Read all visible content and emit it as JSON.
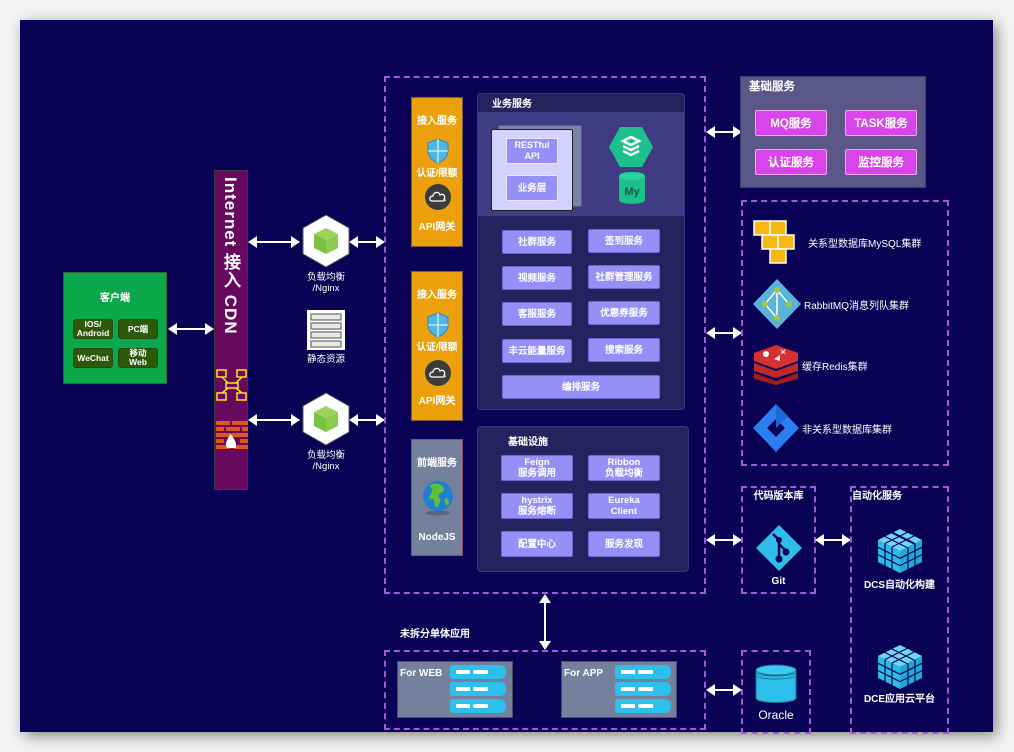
{
  "client": {
    "title": "客户端",
    "items": [
      "IOS/\nAndroid",
      "PC端",
      "WeChat",
      "移动\nWeb"
    ]
  },
  "cdn": {
    "label": "Internet 接入 CDN",
    "icons": [
      "network-icon",
      "firewall-icon"
    ]
  },
  "load_balancers": [
    {
      "label_line1": "负载均衡",
      "label_line2": "/Nginx",
      "icon": "nginx-cube-icon"
    },
    {
      "label_line1": "负载均衡",
      "label_line2": "/Nginx",
      "icon": "nginx-cube-icon"
    }
  ],
  "static_resource": {
    "label": "静态资源",
    "icon": "server-rack-icon"
  },
  "gateways": [
    {
      "title": "接入服务",
      "auth": "认证/限额",
      "api": "API网关"
    },
    {
      "title": "接入服务",
      "auth": "认证/限额",
      "api": "API网关"
    }
  ],
  "frontend": {
    "title": "前端服务",
    "name": "NodeJS",
    "icon": "globe-icon"
  },
  "business": {
    "title": "业务服务",
    "layers": [
      "RESTful\nAPI",
      "业务层"
    ],
    "services": [
      "社群服务",
      "签到服务",
      "视频服务",
      "社群管理服务",
      "客服服务",
      "优惠券服务",
      "丰云能量服务",
      "搜索服务",
      "编排服务"
    ]
  },
  "infra": {
    "title": "基础设施",
    "items": [
      "Feign\n服务调用",
      "Ribbon\n负载均衡",
      "hystrix\n服务熔断",
      "Eureka\nClient",
      "配置中心",
      "服务发现"
    ]
  },
  "base_services": {
    "title": "基础服务",
    "items": [
      "MQ服务",
      "TASK服务",
      "认证服务",
      "监控服务"
    ]
  },
  "data_clusters": [
    {
      "label": "关系型数据库MySQL集群",
      "icon": "aws-cubes-icon"
    },
    {
      "label": "RabbitMQ消息列队集群",
      "icon": "rabbitmq-icon"
    },
    {
      "label": "缓存Redis集群",
      "icon": "redis-icon"
    },
    {
      "label": "非关系型数据库集群",
      "icon": "nosql-icon"
    }
  ],
  "repo": {
    "title": "代码版本库",
    "name": "Git"
  },
  "automation": {
    "title": "自动化服务",
    "items": [
      "DCS自动化构建",
      "DCE应用云平台"
    ]
  },
  "monolith": {
    "title": "未拆分单体应用",
    "items": [
      "For WEB",
      "For APP"
    ]
  },
  "oracle": {
    "label": "Oracle"
  }
}
